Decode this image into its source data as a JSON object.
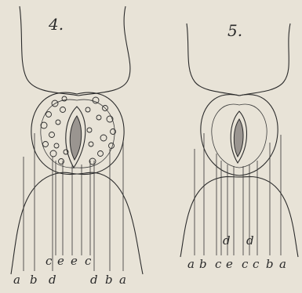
{
  "figures": [
    {
      "number": "4.",
      "top_labels": [
        "c",
        "e",
        "e",
        "c"
      ],
      "bottom_labels": [
        "a",
        "b",
        "d",
        "d",
        "b",
        "a"
      ]
    },
    {
      "number": "5.",
      "top_labels": [
        "d",
        "d"
      ],
      "bottom_labels": [
        "a",
        "b",
        "c",
        "e",
        "c",
        "c",
        "b",
        "a"
      ]
    }
  ],
  "colors": {
    "background": "#e8e3d7",
    "ink": "#2b2b2b",
    "pore_fill": "#9a9590"
  }
}
